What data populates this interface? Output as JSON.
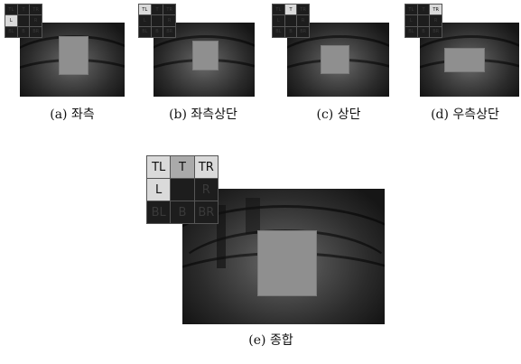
{
  "grid_labels": [
    "TL",
    "T",
    "TR",
    "L",
    "",
    "R",
    "BL",
    "B",
    "BR"
  ],
  "panels": [
    {
      "caption": "(a) 좌측",
      "highlight": [
        3
      ]
    },
    {
      "caption": "(b) 좌측상단",
      "highlight": [
        0
      ]
    },
    {
      "caption": "(c) 상단",
      "highlight": [
        1
      ]
    },
    {
      "caption": "(d) 우측상단",
      "highlight": [
        2
      ]
    }
  ],
  "combined": {
    "caption": "(e) 종합",
    "highlight": [
      0,
      1,
      2,
      3
    ]
  },
  "colors": {
    "cell_dark": "#1d1d1d",
    "cell_highlight": "#dadada",
    "object": "#8f8f8f"
  }
}
